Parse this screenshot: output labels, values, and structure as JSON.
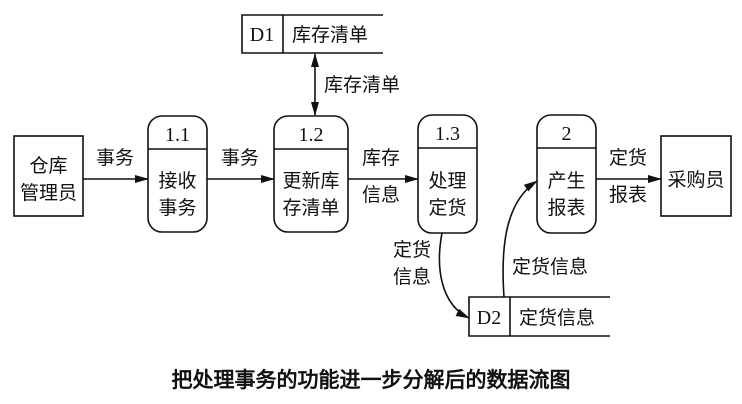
{
  "diagram": {
    "type": "data-flow-diagram",
    "caption": "把处理事务的功能进一步分解后的数据流图",
    "entities": [
      {
        "id": "warehouse-manager",
        "lines": [
          "仓库",
          "管理员"
        ]
      },
      {
        "id": "purchaser",
        "lines": [
          "采购员"
        ]
      }
    ],
    "processes": [
      {
        "id": "1.1",
        "number": "1.1",
        "lines": [
          "接收",
          "事务"
        ]
      },
      {
        "id": "1.2",
        "number": "1.2",
        "lines": [
          "更新库",
          "存清单"
        ]
      },
      {
        "id": "1.3",
        "number": "1.3",
        "lines": [
          "处理",
          "定货"
        ]
      },
      {
        "id": "2",
        "number": "2",
        "lines": [
          "产生",
          "报表"
        ]
      }
    ],
    "stores": [
      {
        "id": "D1",
        "code": "D1",
        "name": "库存清单"
      },
      {
        "id": "D2",
        "code": "D2",
        "name": "定货信息"
      }
    ],
    "flows": [
      {
        "from": "warehouse-manager",
        "to": "1.1",
        "lines": [
          "事务"
        ]
      },
      {
        "from": "1.1",
        "to": "1.2",
        "lines": [
          "事务"
        ]
      },
      {
        "from": "1.2",
        "to": "D1",
        "bidirectional": true,
        "lines": [
          "库存清单"
        ]
      },
      {
        "from": "1.2",
        "to": "1.3",
        "lines": [
          "库存",
          "信息"
        ]
      },
      {
        "from": "1.3",
        "to": "D2",
        "lines": [
          "定货",
          "信息"
        ]
      },
      {
        "from": "D2",
        "to": "2",
        "lines": [
          "定货信息"
        ]
      },
      {
        "from": "2",
        "to": "purchaser",
        "lines": [
          "定货",
          "报表"
        ]
      }
    ]
  }
}
